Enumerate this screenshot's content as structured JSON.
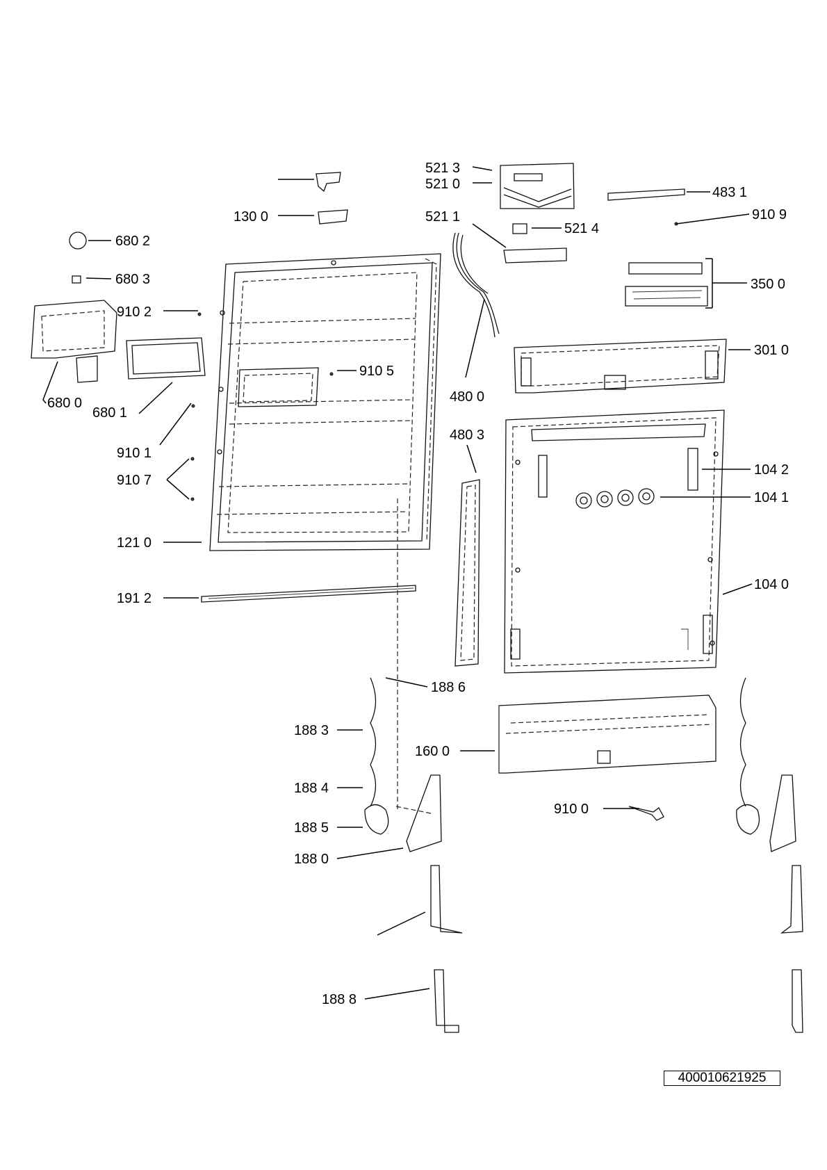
{
  "labels": {
    "l5213": "521 3",
    "l5210": "521 0",
    "l4831": "483 1",
    "l1300": "130 0",
    "l5211": "521 1",
    "l5214": "521 4",
    "l9109": "910 9",
    "l6802": "680 2",
    "l6803": "680 3",
    "l3500": "350 0",
    "l9102": "910 2",
    "l9105": "910 5",
    "l3010": "301 0",
    "l6800": "680 0",
    "l6801": "680 1",
    "l4800": "480 0",
    "l4803": "480 3",
    "l9101": "910 1",
    "l9107": "910 7",
    "l1042": "104 2",
    "l1041": "104 1",
    "l1210": "121 0",
    "l1040": "104 0",
    "l1912": "191 2",
    "l1886": "188 6",
    "l1883": "188 3",
    "l1600": "160 0",
    "l1884": "188 4",
    "l9100": "910 0",
    "l1885": "188 5",
    "l1880": "188 0",
    "l1888": "188 8"
  },
  "drawing_code": "400010621925"
}
